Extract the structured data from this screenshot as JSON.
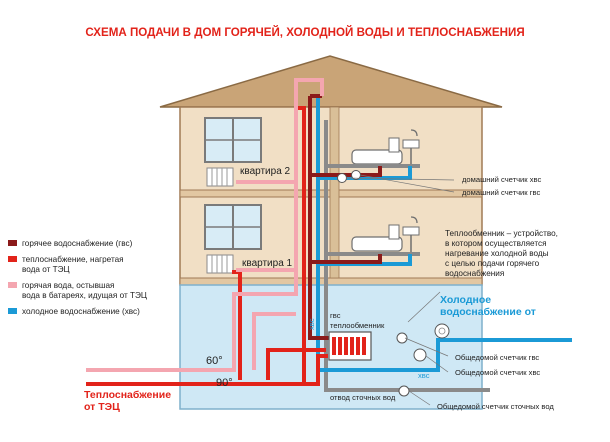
{
  "title": "СХЕМА ПОДАЧИ В ДОМ ГОРЯЧЕЙ, ХОЛОДНОЙ ВОДЫ И ТЕПЛОСНАБЖЕНИЯ",
  "colors": {
    "hot_water": "#8b1a1a",
    "heating_supply": "#e2231a",
    "heating_return": "#f4a6b0",
    "cold_water": "#1b9ad6",
    "roof": "#c9a477",
    "wall": "#f1dfc5",
    "basement": "#cfe8f5",
    "sewer": "#8a8a8a"
  },
  "legend": {
    "items": [
      {
        "lines": [
          "горячее водоснабжение (гвс)"
        ]
      },
      {
        "lines": [
          "теплоснабжение, нагретая",
          "вода от ТЭЦ"
        ]
      },
      {
        "lines": [
          "горячая вода, остывшая",
          "вода в батареях, идущая от ТЭЦ"
        ]
      },
      {
        "lines": [
          "холодное водоснабжение (хвс)"
        ]
      }
    ]
  },
  "apartments": {
    "floor2": "квартира 2",
    "floor1": "квартира 1"
  },
  "callouts": {
    "home_cold_meter": "домашний счетчик хвс",
    "home_hot_meter": "домашний счетчик гвс",
    "heat_exchanger_desc": [
      "Теплообменник – устройство,",
      "в котором осуществляется",
      "нагревание холодной воды",
      "с целью подачи горячего",
      "водоснабжения"
    ],
    "cold_supply": [
      "Холодное",
      "водоснабжение от"
    ],
    "building_hot_meter": "Общедомой счетчик гвс",
    "building_cold_meter": "Общедомой счетчик хвс",
    "building_sewer_meter": "Общедомой счетчик сточных вод",
    "heating_supply": [
      "Теплоснабжение",
      "от ТЭЦ"
    ]
  },
  "pipe_labels": {
    "gvs": "гвс",
    "heat_exchanger": "теплообменник",
    "xvs_vertical": "хвс",
    "xvs_basement": "хвс",
    "sewer": "отвод сточных вод"
  },
  "temps": {
    "t60": "60°",
    "t90": "90°"
  }
}
